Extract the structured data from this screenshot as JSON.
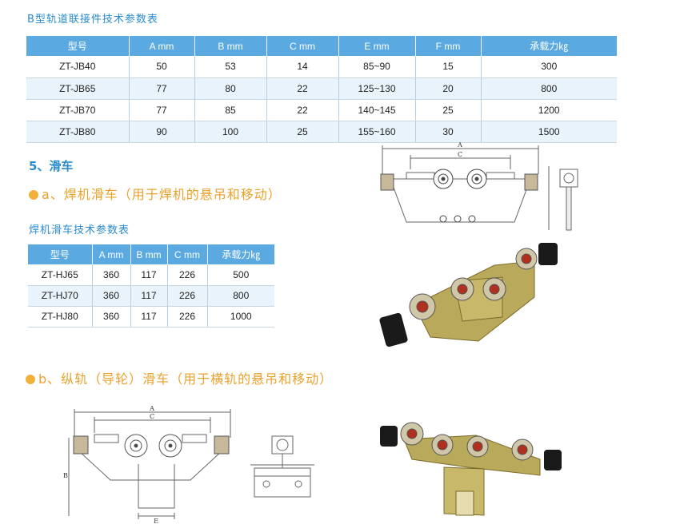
{
  "jb_section": {
    "title": "B型轨道联接件技术参数表",
    "headers": [
      "型号",
      "A mm",
      "B mm",
      "C mm",
      "E mm",
      "F mm",
      "承载力㎏"
    ],
    "rows": [
      [
        "ZT-JB40",
        "50",
        "53",
        "14",
        "85~90",
        "15",
        "300"
      ],
      [
        "ZT-JB65",
        "77",
        "80",
        "22",
        "125~130",
        "20",
        "800"
      ],
      [
        "ZT-JB70",
        "77",
        "85",
        "22",
        "140~145",
        "25",
        "1200"
      ],
      [
        "ZT-JB80",
        "90",
        "100",
        "25",
        "155~160",
        "30",
        "1500"
      ]
    ]
  },
  "trolley_section": {
    "heading": "5、滑车",
    "sub_a": "a、焊机滑车（用于焊机的悬吊和移动）",
    "sub_b": "b、纵轨（导轮）滑车（用于横轨的悬吊和移动）"
  },
  "hj_section": {
    "title": "焊机滑车技术参数表",
    "headers": [
      "型号",
      "A mm",
      "B mm",
      "C mm",
      "承载力㎏"
    ],
    "rows": [
      [
        "ZT-HJ65",
        "360",
        "117",
        "226",
        "500"
      ],
      [
        "ZT-HJ70",
        "360",
        "117",
        "226",
        "800"
      ],
      [
        "ZT-HJ80",
        "360",
        "117",
        "226",
        "1000"
      ]
    ]
  },
  "diagram_labels": {
    "a": "A",
    "b": "B",
    "c": "C",
    "e": "E"
  },
  "colors": {
    "accent_blue": "#2a8ccf",
    "header_blue": "#5aa9e0",
    "row_alt": "#e8f3fb",
    "orange": "#e8a22c"
  }
}
